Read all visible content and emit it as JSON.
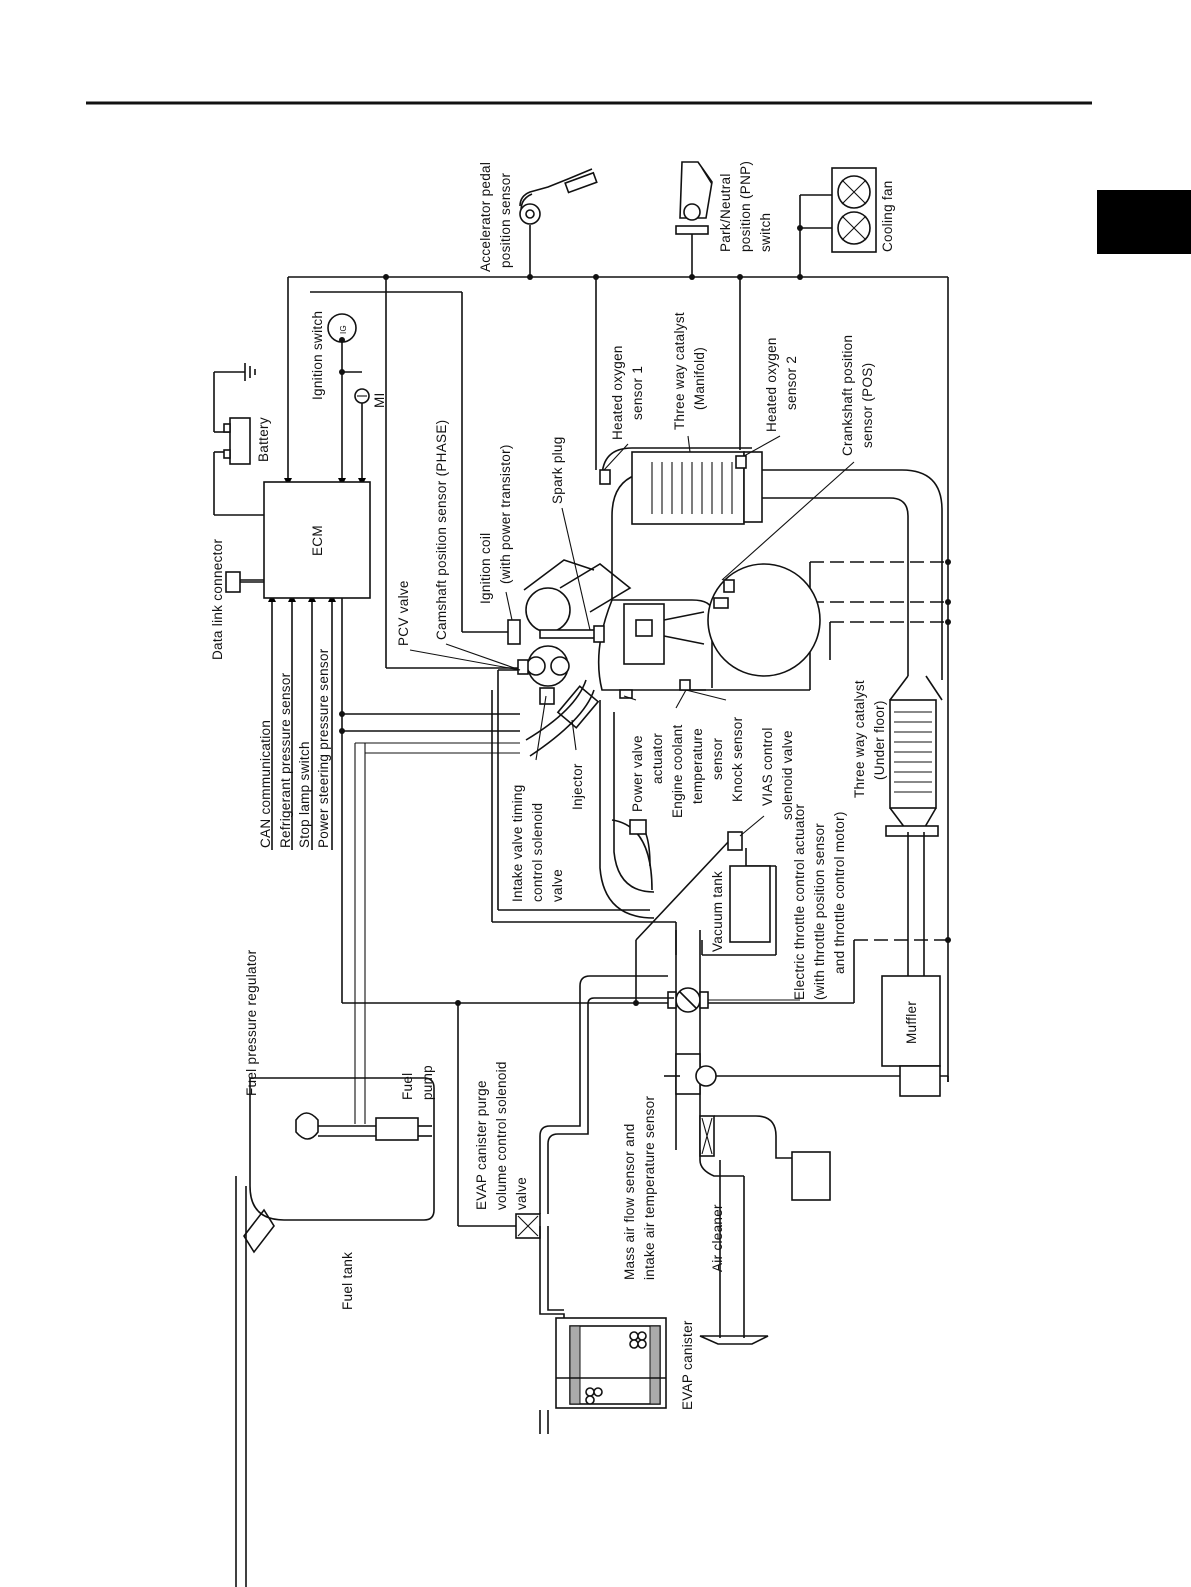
{
  "side_tab": {
    "color": "#000000"
  },
  "ecm": {
    "label": "ECM"
  },
  "labels": {
    "data_link_connector": "Data link connector",
    "battery": "Battery",
    "ignition_switch": "Ignition switch",
    "ig": "IG",
    "mi": "MI",
    "accelerator_pedal_sensor": [
      "Accelerator pedal",
      "position sensor"
    ],
    "park_neutral_switch": [
      "Park/Neutral",
      "position (PNP)",
      "switch"
    ],
    "cooling_fan": "Cooling fan",
    "heated_oxygen_sensor_1": [
      "Heated oxygen",
      "sensor 1"
    ],
    "three_way_catalyst_manifold": [
      "Three way catalyst",
      "(Manifold)"
    ],
    "heated_oxygen_sensor_2": [
      "Heated oxygen",
      "sensor 2"
    ],
    "crankshaft_position_sensor": [
      "Crankshaft position",
      "sensor (POS)"
    ],
    "camshaft_position_sensor": "Camshaft position sensor (PHASE)",
    "pcv_valve": "PCV valve",
    "ignition_coil": [
      "Ignition coil",
      "(with power transistor)"
    ],
    "spark_plug": "Spark plug",
    "can_communication": "CAN communication",
    "refrigerant_pressure_sensor": "Refrigerant pressure sensor",
    "stop_lamp_switch": "Stop lamp switch",
    "power_steering_pressure_sensor": "Power steering pressure sensor",
    "intake_valve_timing_solenoid": [
      "Intake valve timing",
      "control solenoid",
      "valve"
    ],
    "injector": "Injector",
    "power_valve_actuator": [
      "Power valve",
      "actuator"
    ],
    "engine_coolant_temp_sensor": [
      "Engine coolant",
      "temperature",
      "sensor"
    ],
    "knock_sensor": "Knock sensor",
    "vias_control_solenoid": [
      "VIAS control",
      "solenoid valve"
    ],
    "three_way_catalyst_under_floor": [
      "Three way catalyst",
      "(Under floor)"
    ],
    "vacuum_tank": "Vacuum tank",
    "electric_throttle_control_actuator": [
      "Electric throttle control actuator",
      "(with throttle position sensor",
      "and throttle control motor)"
    ],
    "fuel_pressure_regulator": "Fuel pressure regulator",
    "fuel_pump": [
      "Fuel",
      "pump"
    ],
    "evap_purge_valve": [
      "EVAP canister purge",
      "volume control solenoid",
      "valve"
    ],
    "mass_air_flow_sensor": [
      "Mass air flow sensor and",
      "intake air temperature sensor"
    ],
    "muffler": "Muffler",
    "fuel_tank": "Fuel tank",
    "air_cleaner": "Air cleaner",
    "evap_canister": "EVAP canister"
  }
}
